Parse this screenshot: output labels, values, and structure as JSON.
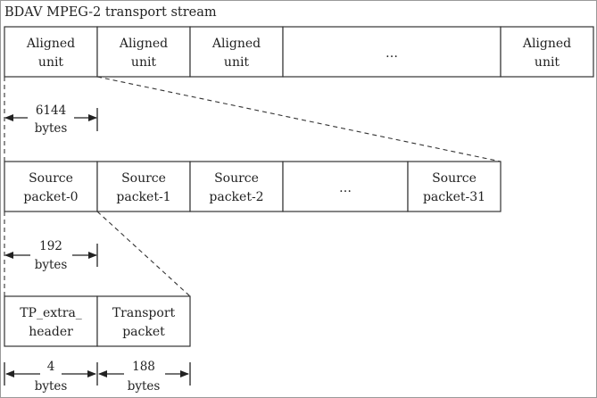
{
  "title": "BDAV MPEG-2 transport stream",
  "row1": {
    "cells": [
      [
        "Aligned",
        "unit"
      ],
      [
        "Aligned",
        "unit"
      ],
      [
        "Aligned",
        "unit"
      ],
      [
        "…"
      ],
      [
        "Aligned",
        "unit"
      ]
    ]
  },
  "dim1": [
    "6144",
    "bytes"
  ],
  "row2": {
    "cells": [
      [
        "Source",
        "packet-0"
      ],
      [
        "Source",
        "packet-1"
      ],
      [
        "Source",
        "packet-2"
      ],
      [
        "…"
      ],
      [
        "Source",
        "packet-31"
      ]
    ]
  },
  "dim2": [
    "192",
    "bytes"
  ],
  "row3": {
    "cells": [
      [
        "TP_extra_",
        "header"
      ],
      [
        "Transport",
        "packet"
      ]
    ]
  },
  "dim3": [
    "4",
    "bytes"
  ],
  "dim4": [
    "188",
    "bytes"
  ]
}
